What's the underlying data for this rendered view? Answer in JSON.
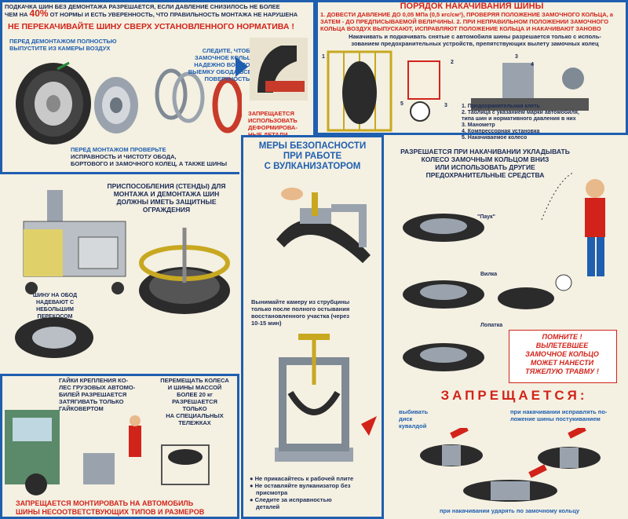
{
  "top_left": {
    "intro_1": "ПОДКАЧКА ШИН БЕЗ ДЕМОНТАЖА РАЗРЕШАЕТСЯ, ЕСЛИ ДАВЛЕНИЕ СНИЗИЛОСЬ НЕ БОЛЕЕ",
    "intro_2a": "ЧЕМ НА",
    "intro_pct": "40%",
    "intro_2b": "ОТ НОРМЫ И ЕСТЬ УВЕРЕННОСТЬ, ЧТО ПРАВИЛЬНОСТЬ МОНТАЖА НЕ НАРУШЕНА",
    "warning": "НЕ ПЕРЕКАЧИВАЙТЕ ШИНУ СВЕРХ УСТАНОВЛЕННОГО НОРМАТИВА !",
    "before_dismount": [
      "ПЕРЕД ДЕМОНТАЖОМ ПОЛНОСТЬЮ",
      "ВЫПУСТИТЕ ИЗ КАМЕРЫ ВОЗДУХ"
    ],
    "lock_ring_note": [
      "СЛЕДИТЕ, ЧТОБЫ",
      "ЗАМОЧНОЕ КОЛЬЦО",
      "НАДЕЖНО ВОШЛО В",
      "ВЫЕМКУ ОБОДА ВСЕЙ",
      "ПОВЕРХНОСТЬЮ"
    ],
    "forbidden_parts": [
      "ЗАПРЕЩАЕТСЯ",
      "ИСПОЛЬЗОВАТЬ",
      "ДЕФОРМИРОВА-",
      "НЫЕ ДЕТАЛИ"
    ],
    "before_mount": [
      "ПЕРЕД МОНТАЖОМ ПРОВЕРЬТЕ",
      "ИСПРАВНОСТЬ И ЧИСТОТУ ОБОДА,",
      "БОРТОВОГО И ЗАМОЧНОГО КОЛЕЦ, А ТАКЖЕ ШИНЫ"
    ],
    "stands": [
      "ПРИСПОСОБЛЕНИЯ (СТЕНДЫ) ДЛЯ",
      "МОНТАЖА И ДЕМОНТАЖА ШИН",
      "ДОЛЖНЫ ИМЕТЬ ЗАЩИТНЫЕ",
      "ОГРАЖДЕНИЯ"
    ],
    "tire_on_rim": [
      "ШИНУ НА ОБОД",
      "НАДЕВАЮТ С",
      "НЕБОЛЬШИМ ПЕРЕКОСОМ"
    ]
  },
  "bottom_left": {
    "nuts": [
      "ГАЙКИ КРЕПЛЕНИЯ КО-",
      "ЛЕС ГРУЗОВЫХ АВТОМО-",
      "БИЛЕЙ РАЗРЕШАЕТСЯ",
      "ЗАТЯГИВАТЬ ТОЛЬКО",
      "ГАЙКОВЕРТОМ"
    ],
    "heavy": [
      "ПЕРЕМЕЩАТЬ КОЛЕСА",
      "И ШИНЫ МАССОЙ",
      "БОЛЕЕ 20 кг РАЗРЕШАЕТСЯ",
      "ТОЛЬКО",
      "НА СПЕЦИАЛЬНЫХ",
      "ТЕЛЕЖКАХ"
    ],
    "footer": [
      "ЗАПРЕЩАЕТСЯ МОНТИРОВАТЬ НА АВТОМОБИЛЬ",
      "ШИНЫ НЕСООТВЕТСТВУЮЩИХ ТИПОВ И РАЗМЕРОВ"
    ]
  },
  "center": {
    "title": [
      "МЕРЫ БЕЗОПАСНОСТИ",
      "ПРИ РАБОТЕ",
      "С ВУЛКАНИЗАТОРОМ"
    ],
    "remove_tube": [
      "Вынимайте камеру из струбцины",
      "только после полного остывания",
      "восстановленного участка (через",
      "10-15 мин)"
    ],
    "rules": [
      "Не прикасайтесь к рабочей плите",
      "Не оставляйте вулканизатор без",
      "присмотра",
      "Следите за исправностью",
      "деталей"
    ]
  },
  "right": {
    "title": "ПОРЯДОК НАКАЧИВАНИЯ ШИНЫ",
    "step_text": [
      "1. ДОВЕСТИ ДАВЛЕНИЕ ДО 0,05 МПа (0,5 кгс/см²), ПРОВЕРЯЯ ПОЛОЖЕНИЕ ЗАМОЧНОГО КОЛЬЦА, а",
      "ЗАТЕМ - ДО ПРЕДПИСЫВАЕМОЙ ВЕЛИЧИНЫ.  2. ПРИ НЕПРАВИЛЬНОМ ПОЛОЖЕНИИ ЗАМОЧНОГО",
      "КОЛЬЦА ВОЗДУХ ВЫПУСКАЮТ, ИСПРАВЛЯЮТ ПОЛОЖЕНИЕ КОЛЬЦА И НАКАЧИВАЮТ ЗАНОВО"
    ],
    "devices": [
      "Накачивать и подкачивать снятые с автомобиля шины разрешается только с исполь-",
      "зованием предохранительных устройств, препятствующих вылету замочных колец"
    ],
    "legend": [
      "1. Предохранительная клеть",
      "2. Таблица с указанием марки автомобиля,",
      "   типа шин и нормативного давления в них",
      "3. Манометр",
      "4. Компрессорная установка",
      "5. Накачиваемое колесо"
    ],
    "allowed": [
      "РАЗРЕШАЕТСЯ ПРИ НАКАЧИВАНИИ УКЛАДЫВАТЬ",
      "КОЛЕСО ЗАМОЧНЫМ КОЛЬЦОМ ВНИЗ",
      "ИЛИ ИСПОЛЬЗОВАТЬ ДРУГИЕ",
      "ПРЕДОХРАНИТЕЛЬНЫЕ СРЕДСТВА"
    ],
    "tool_labels": [
      "\"Паук\"",
      "Вилка",
      "Лопатка"
    ],
    "remember": [
      "ПОМНИТЕ !",
      "ВЫЛЕТЕВШЕЕ",
      "ЗАМОЧНОЕ КОЛЬЦО",
      "МОЖЕТ НАНЕСТИ",
      "ТЯЖЕЛУЮ ТРАВМУ !"
    ],
    "forbidden_title": "ЗАПРЕЩАЕТСЯ:",
    "forbid_1": [
      "выбивать",
      "диск",
      "кувалдой"
    ],
    "forbid_2": [
      "при накачивании исправлять по-",
      "ложение шины постукиванием"
    ],
    "forbid_3": "при накачивании ударять по замочному кольцу",
    "numbers": [
      "1",
      "2",
      "3",
      "4",
      "5",
      "3"
    ]
  },
  "colors": {
    "accent_blue": "#1f5fb0",
    "warning_red": "#d2231a",
    "background": "#f4f0e2"
  }
}
